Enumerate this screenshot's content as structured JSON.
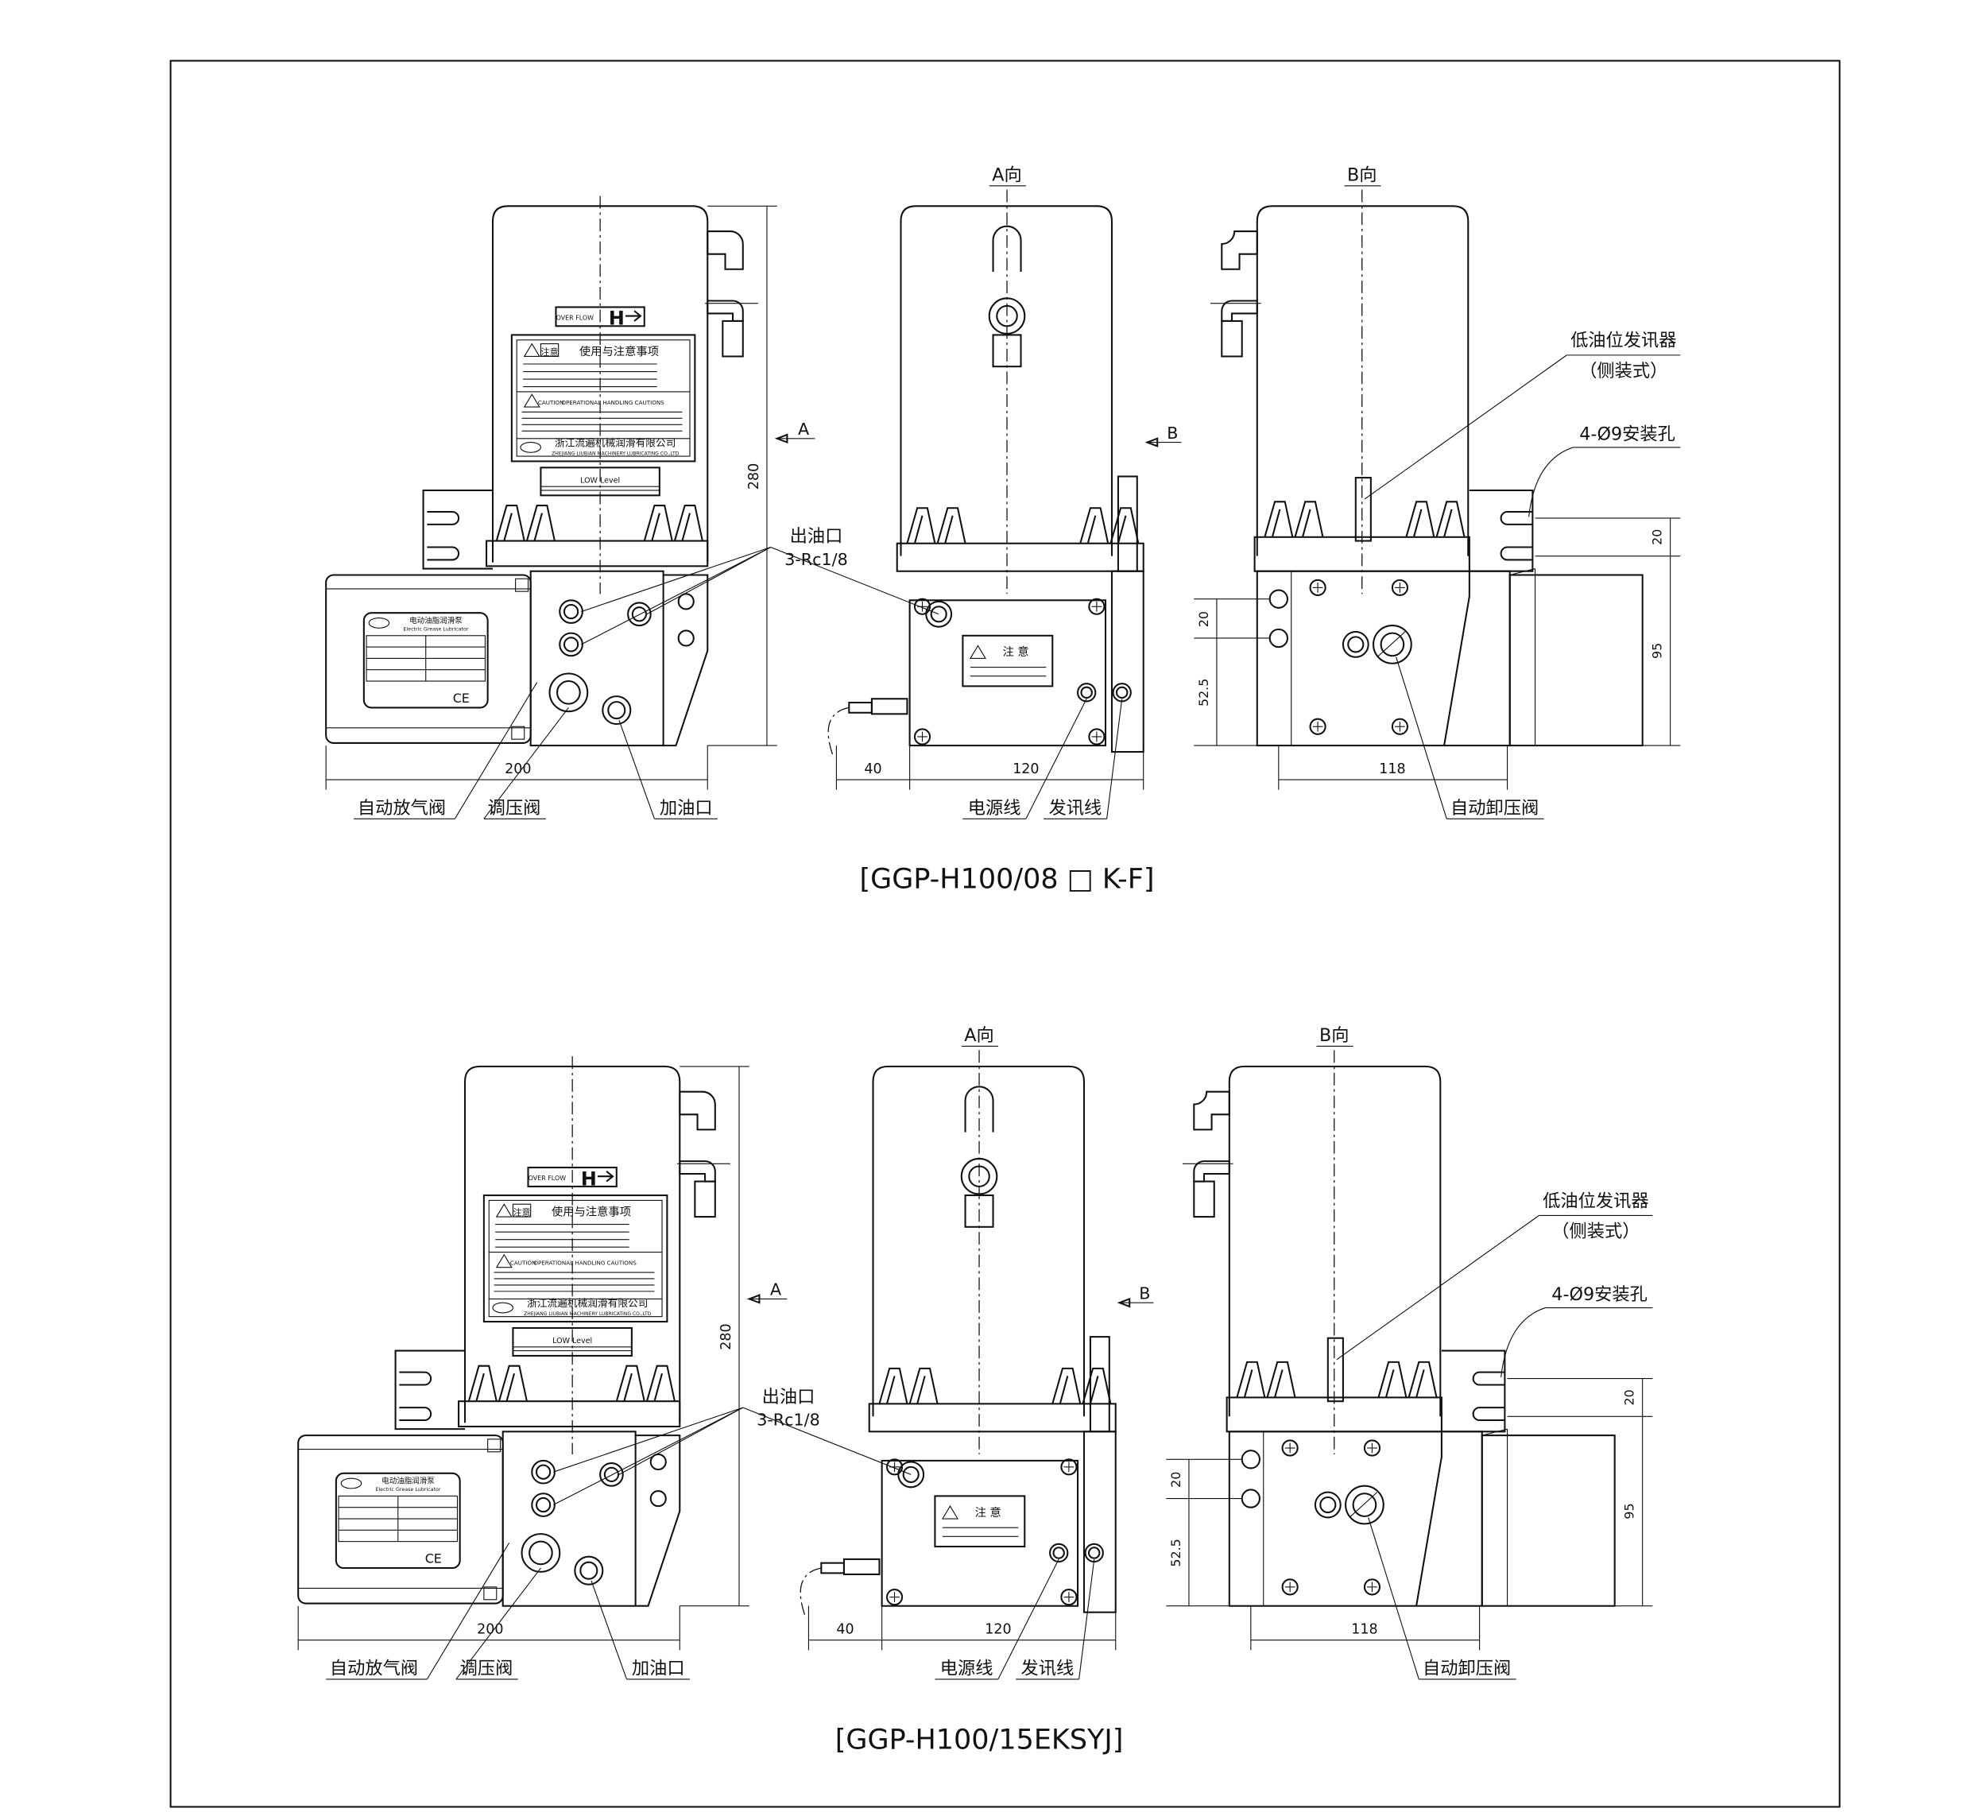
{
  "common": {
    "view_a_title": "A向",
    "view_b_title": "B向",
    "arrow_a": "A",
    "arrow_b": "B",
    "overflow_text": "OVER FLOW",
    "overflow_h": "H",
    "caution_cn_title": "使用与注意事项",
    "caution_cn_badge": "注意",
    "caution_en_badge": "CAUTION",
    "caution_en_title": "OPERATIONAL HANDLING CAUTIONS",
    "company_cn": "浙江流遍机械润滑有限公司",
    "company_en": "ZHEJIANG LIUBIAN MACHINERY LUBRICATING CO.,LTD",
    "low_level": "LOW  Level",
    "nameplate_cn": "电动油脂润滑泵",
    "nameplate_en": "Electric Grease Lubricator",
    "ce_mark": "CE",
    "a_view_caution": "注 意",
    "outlet_label": "出油口",
    "outlet_spec": "3-Rc1/8",
    "auto_vent_valve": "自动放气阀",
    "pressure_valve": "调压阀",
    "fill_port": "加油口",
    "power_line": "电源线",
    "signal_line": "发讯线",
    "low_level_sensor": "低油位发讯器",
    "side_mount": "（侧装式）",
    "mount_holes": "4-Ø9安装孔",
    "auto_relief_valve": "自动卸压阀",
    "dims": {
      "height": "280",
      "width": "200",
      "cable": "40",
      "depth": "120",
      "base": "118",
      "slot_pitch": "20",
      "bracket_h": "95",
      "hole_pitch": "20",
      "hole_base": "52.5"
    }
  },
  "views": [
    {
      "title": "[GGP-H100/08 □ K-F]"
    },
    {
      "title": "[GGP-H100/15EKSYJ]"
    }
  ]
}
